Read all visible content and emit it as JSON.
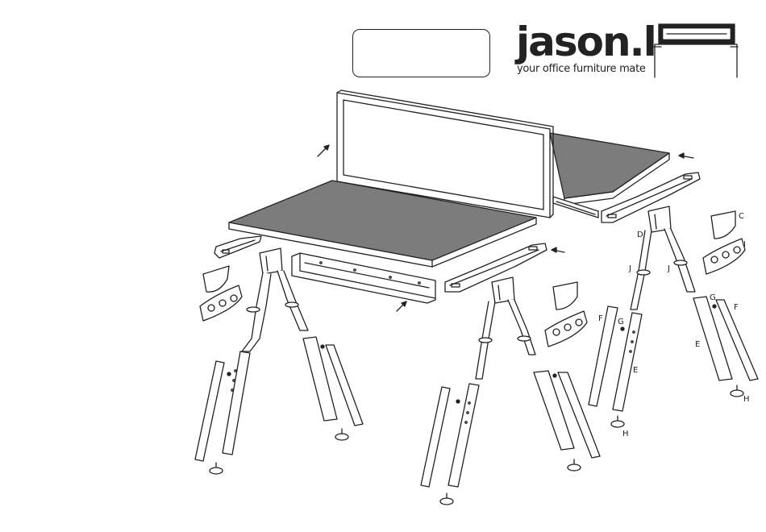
{
  "header": {
    "label_box_text": "",
    "brand": "jason.l",
    "tagline": "your office furniture mate",
    "brand_icon": "desk-icon"
  },
  "part_labels": {
    "C": "C",
    "D": "D",
    "E": "E",
    "F": "F",
    "G": "G",
    "H": "H",
    "I": "I",
    "J": "J"
  },
  "colors": {
    "line": "#222222",
    "desktop_fill": "#7c7c7c",
    "screen_fill": "#ffffff",
    "background": "#ffffff"
  }
}
